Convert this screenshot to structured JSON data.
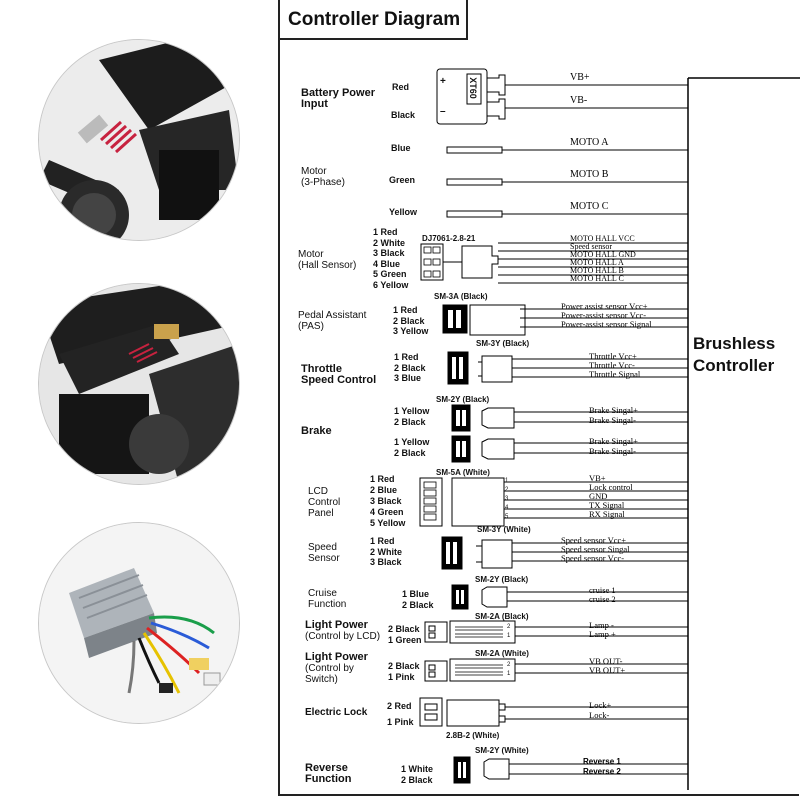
{
  "title": "Controller Diagram",
  "brushless": [
    "Brushless",
    "Controller"
  ],
  "xt60": "XT60",
  "plus": "+",
  "minus": "–",
  "battery": {
    "label": [
      "Battery Power",
      "Input"
    ],
    "wires": [
      "Red",
      "Black"
    ],
    "signals": [
      "VB+",
      "VB-"
    ]
  },
  "motor": {
    "label": [
      "Motor",
      "(3-Phase)"
    ],
    "wires": [
      "Blue",
      "Green",
      "Yellow"
    ],
    "signals": [
      "MOTO A",
      "MOTO B",
      "MOTO C"
    ]
  },
  "hall": {
    "label": [
      "Motor",
      "(Hall Sensor)"
    ],
    "connector": "DJ7061-2.8-21",
    "wires": [
      "1 Red",
      "2 White",
      "3 Black",
      "4 Blue",
      "5 Green",
      "6 Yellow"
    ],
    "signals": [
      "MOTO HALL VCC",
      "Speed sensor",
      "MOTO HALL GND",
      "MOTO HALL A",
      "MOTO HALL B",
      "MOTO HALL C"
    ]
  },
  "pas": {
    "label": [
      "Pedal Assistant",
      "(PAS)"
    ],
    "connector": "SM-3A (Black)",
    "wires": [
      "1 Red",
      "2 Black",
      "3 Yellow"
    ],
    "signals": [
      "Power assist sensor Vcc+",
      "Power-assist sensor Vcc-",
      "Power-assist sensor Signal"
    ]
  },
  "throttle": {
    "label": [
      "Throttle",
      "Speed Control"
    ],
    "connector": "SM-3Y (Black)",
    "wires": [
      "1 Red",
      "2 Black",
      "3 Blue"
    ],
    "signals": [
      "Throttle Vcc+",
      "Throttle Vcc-",
      "Throttle Signal"
    ]
  },
  "brake": {
    "label": "Brake",
    "connector": "SM-2Y (Black)",
    "wires1": [
      "1 Yellow",
      "2 Black"
    ],
    "wires2": [
      "1 Yellow",
      "2 Black"
    ],
    "signals1": [
      "Brake Singal+",
      "Brake Singal-"
    ],
    "signals2": [
      "Brake Singal+",
      "Brake Singal-"
    ]
  },
  "lcd": {
    "label": [
      "LCD",
      "Control",
      "Panel"
    ],
    "connector": "SM-5A (White)",
    "wires": [
      "1 Red",
      "2 Blue",
      "3 Black",
      "4 Green",
      "5 Yellow"
    ],
    "signals": [
      "VB+",
      "Lock control",
      "GND",
      "TX Signal",
      "RX Signal"
    ],
    "pins": [
      "1",
      "2",
      "3",
      "4",
      "5"
    ]
  },
  "speed": {
    "label": [
      "Speed",
      "Sensor"
    ],
    "connector": "SM-3Y (White)",
    "wires": [
      "1 Red",
      "2 White",
      "3 Black"
    ],
    "signals": [
      "Speed sensor Vcc+",
      "Speed sensor Singal",
      "Speed sensor Vcc-"
    ]
  },
  "cruise": {
    "label": [
      "Cruise",
      "Function"
    ],
    "connector": "SM-2Y (Black)",
    "wires": [
      "1 Blue",
      "2 Black"
    ],
    "signals": [
      "cruise 1",
      "cruise 2"
    ]
  },
  "lightlcd": {
    "label": [
      "Light Power",
      "(Control by LCD)"
    ],
    "connector": "SM-2A (Black)",
    "wires": [
      "2 Black",
      "1 Green"
    ],
    "signals": [
      "Lamp -",
      "Lamp +"
    ],
    "pins": [
      "2",
      "1"
    ]
  },
  "lightsw": {
    "label": [
      "Light Power",
      "(Control by",
      "Switch)"
    ],
    "connector": "SM-2A (White)",
    "wires": [
      "2 Black",
      "1 Pink"
    ],
    "signals": [
      "VB OUT-",
      "VB OUT+"
    ],
    "pins": [
      "2",
      "1"
    ]
  },
  "lock": {
    "label": "Electric Lock",
    "connector": "2.8B-2 (White)",
    "wires": [
      "2  Red",
      "1  Pink"
    ],
    "signals": [
      "Lock+",
      "Lock-"
    ]
  },
  "reverse": {
    "label": [
      "Reverse",
      "Function"
    ],
    "connector": "SM-2Y (White)",
    "wires": [
      "1 White",
      "2 Black"
    ],
    "signals": [
      "Reverse 1",
      "Reverse 2"
    ]
  }
}
